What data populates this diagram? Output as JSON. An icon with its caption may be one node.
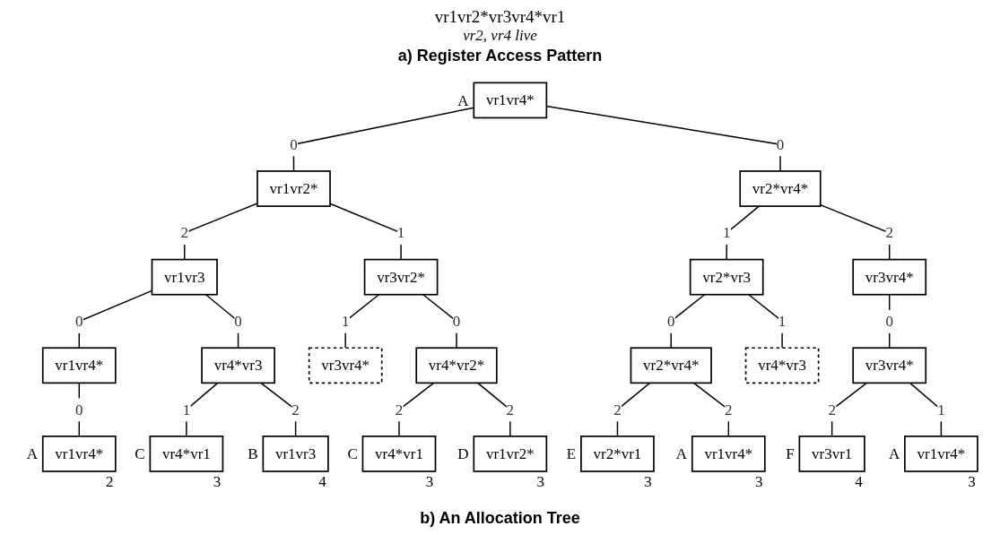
{
  "diagram": {
    "caption": "b) An Allocation Tree",
    "labels": [
      "vr1vr2*vr3vr4*vr1",
      "vr2, vr4 live",
      "a) Register Access Pattern"
    ],
    "nodes": [
      {
        "text": [
          "vr1vr4*"
        ],
        "beside": [
          "A"
        ]
      },
      {
        "text": [
          "vr1vr2*"
        ]
      },
      {
        "text": [
          "vr2*vr4*"
        ]
      },
      {
        "text": [
          "vr1vr3"
        ]
      },
      {
        "text": [
          "vr3vr2*"
        ]
      },
      {
        "text": [
          "vr2*vr3"
        ]
      },
      {
        "text": [
          "vr3vr4*"
        ]
      },
      {
        "text": [
          "vr1vr4*"
        ]
      },
      {
        "text": [
          "vr4*vr3"
        ]
      },
      {
        "text": [
          "vr3vr4*"
        ]
      },
      {
        "text": [
          "vr4*vr2*"
        ]
      },
      {
        "text": [
          "vr2*vr4*"
        ]
      },
      {
        "text": [
          "vr4*vr3"
        ]
      },
      {
        "text": [
          "vr3vr4*"
        ]
      },
      {
        "text": [
          "vr1vr4*"
        ],
        "beside": [
          "A",
          "2"
        ]
      },
      {
        "text": [
          "vr4*vr1"
        ],
        "beside": [
          "C",
          "3"
        ]
      },
      {
        "text": [
          "vr4*vr1"
        ],
        "beside": [
          "C",
          "3"
        ]
      },
      {
        "text": [
          "vr2*vr1"
        ],
        "beside": [
          "E",
          "3"
        ]
      },
      {
        "text": [
          "vr3vr1"
        ],
        "beside": [
          "F",
          "4"
        ]
      },
      {
        "text": [
          "vr1vr3"
        ],
        "beside": [
          "B",
          "4"
        ]
      },
      {
        "text": [
          "vr1vr2*"
        ],
        "beside": [
          "D",
          "3"
        ]
      },
      {
        "text": [
          "vr1vr4*"
        ],
        "beside": [
          "A",
          "3"
        ]
      },
      {
        "text": [
          "vr1vr4*"
        ],
        "beside": [
          "A",
          "3"
        ]
      }
    ],
    "edges": [
      {
        "from": 0,
        "to": 1,
        "arrow": "none",
        "label": "0"
      },
      {
        "from": 0,
        "to": 2,
        "arrow": "none",
        "label": "0"
      },
      {
        "from": 1,
        "to": 3,
        "arrow": "none",
        "label": "2"
      },
      {
        "from": 1,
        "to": 4,
        "arrow": "none",
        "label": "1"
      },
      {
        "from": 2,
        "to": 5,
        "arrow": "none",
        "label": "1"
      },
      {
        "from": 2,
        "to": 6,
        "arrow": "none",
        "label": "2"
      },
      {
        "from": 3,
        "to": 7,
        "arrow": "none",
        "label": "0"
      },
      {
        "from": 3,
        "to": 8,
        "arrow": "none",
        "label": "0"
      },
      {
        "from": 4,
        "to": 9,
        "arrow": "none",
        "label": "1"
      },
      {
        "from": 4,
        "to": 10,
        "arrow": "none",
        "label": "0"
      },
      {
        "from": 5,
        "to": 11,
        "arrow": "none",
        "label": "0"
      },
      {
        "from": 5,
        "to": 12,
        "arrow": "none",
        "label": "1"
      },
      {
        "from": 6,
        "to": 13,
        "arrow": "none",
        "label": "0"
      },
      {
        "from": 7,
        "to": 14,
        "arrow": "none",
        "label": "0"
      },
      {
        "from": 8,
        "to": 15,
        "arrow": "none",
        "label": "1"
      },
      {
        "from": 8,
        "to": 19,
        "arrow": "none",
        "label": "2"
      },
      {
        "from": 10,
        "to": 16,
        "arrow": "none",
        "label": "2"
      },
      {
        "from": 10,
        "to": 20,
        "arrow": "none",
        "label": "2"
      },
      {
        "from": 11,
        "to": 17,
        "arrow": "none",
        "label": "2"
      },
      {
        "from": 11,
        "to": 21,
        "arrow": "none",
        "label": "2"
      },
      {
        "from": 13,
        "to": 18,
        "arrow": "none",
        "label": "2"
      },
      {
        "from": 13,
        "to": 22,
        "arrow": "none",
        "label": "1"
      }
    ]
  }
}
